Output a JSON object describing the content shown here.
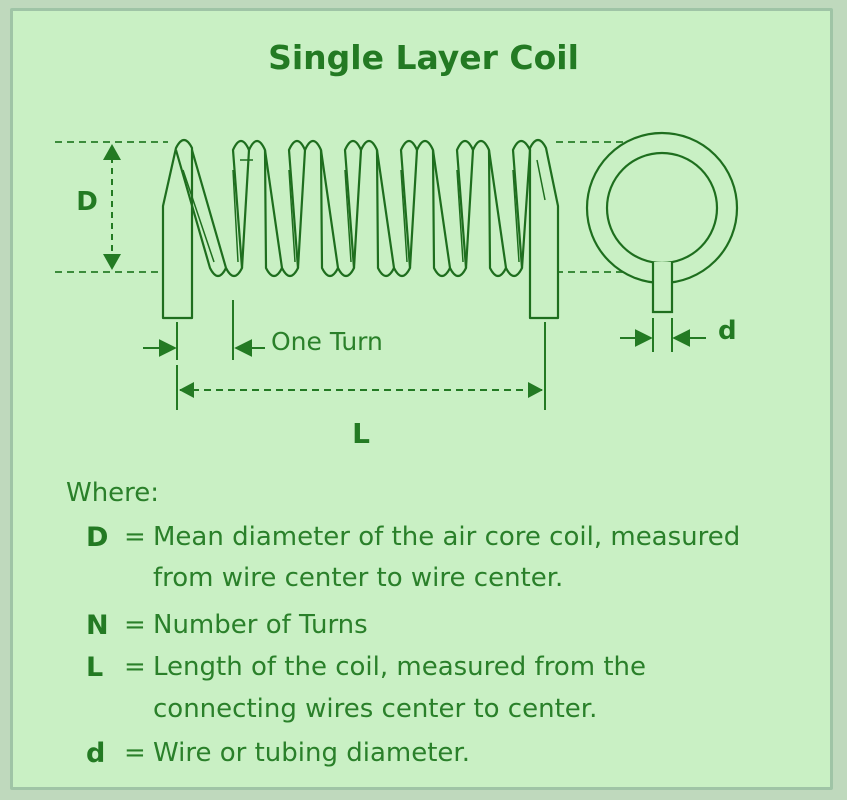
{
  "title": "Single Layer Coil",
  "diagram": {
    "label_D": "D",
    "label_one_turn": "One Turn",
    "label_L": "L",
    "label_d": "d"
  },
  "legend": {
    "heading": "Where:",
    "items": [
      {
        "symbol": "D",
        "equals": "=",
        "line1": "Mean diameter of the air core coil, measured",
        "line2": "from wire center to wire center."
      },
      {
        "symbol": "N",
        "equals": "=",
        "line1": "Number of Turns",
        "line2": ""
      },
      {
        "symbol": "L",
        "equals": "=",
        "line1": "Length of the coil, measured from the",
        "line2": "connecting wires center to center."
      },
      {
        "symbol": "d",
        "equals": "=",
        "line1": "Wire or tubing diameter.",
        "line2": ""
      }
    ]
  },
  "colors": {
    "background": "#c9f0c4",
    "border": "#9fc4a6",
    "ink": "#2a802a"
  }
}
